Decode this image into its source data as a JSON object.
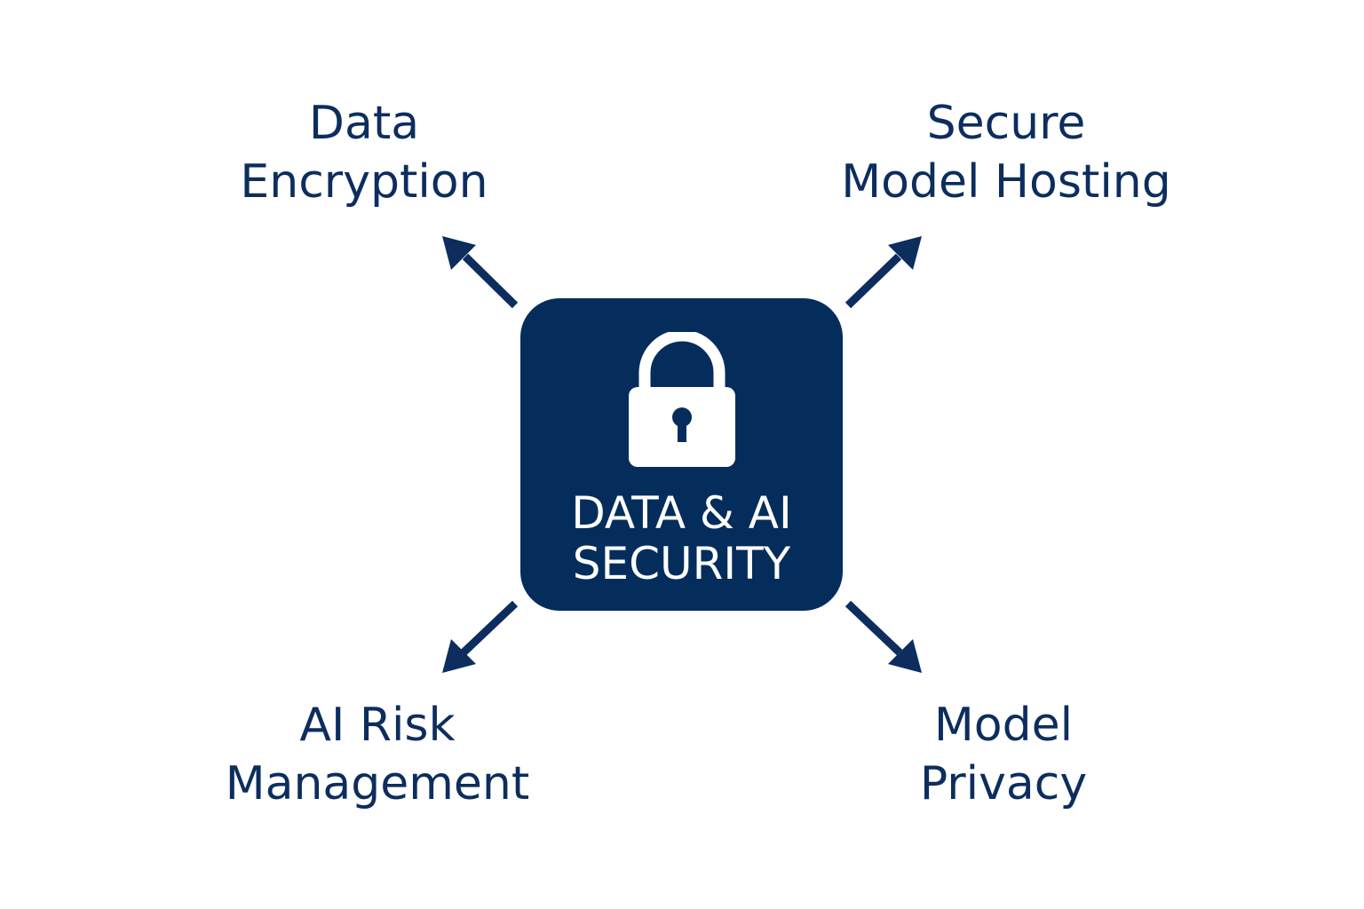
{
  "center": {
    "line1": "DATA & AI",
    "line2": "SECURITY",
    "icon": "lock-icon"
  },
  "nodes": {
    "top_left": {
      "line1": "Data",
      "line2": "Encryption"
    },
    "top_right": {
      "line1": "Secure",
      "line2": "Model Hosting"
    },
    "bottom_left": {
      "line1": "AI Risk",
      "line2": "Management"
    },
    "bottom_right": {
      "line1": "Model",
      "line2": "Privacy"
    }
  },
  "colors": {
    "primary": "#052d5c",
    "text": "#0c2d5e",
    "background": "#ffffff"
  }
}
